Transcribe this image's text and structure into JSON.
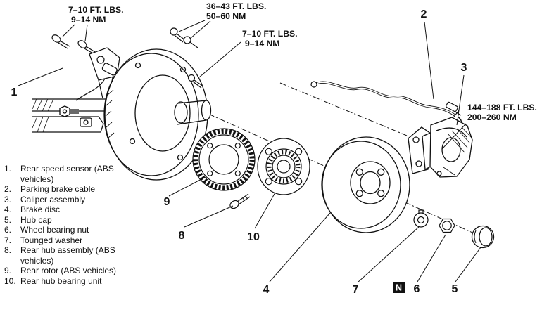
{
  "figure": {
    "torque": {
      "sensor_bolts": {
        "line1": "7–10 FT. LBS.",
        "line2": "9–14 NM"
      },
      "plate_bolts": {
        "line1": "36–43 FT. LBS.",
        "line2": "50–60 NM"
      },
      "stud": {
        "line1": "7–10 FT. LBS.",
        "line2": "9–14 NM"
      },
      "bearing_nut": {
        "line1": "144–188 FT. LBS.",
        "line2": "200–260 NM"
      }
    },
    "callouts": {
      "n1": "1",
      "n2": "2",
      "n3": "3",
      "n4": "4",
      "n5": "5",
      "n6": "6",
      "n7": "7",
      "n8": "8",
      "n9": "9",
      "n10": "10"
    },
    "nut_symbol": "N"
  },
  "legend": {
    "items": [
      {
        "num": "1.",
        "label": "Rear speed sensor (ABS vehicles)"
      },
      {
        "num": "2.",
        "label": "Parking brake cable"
      },
      {
        "num": "3.",
        "label": "Caliper assembly"
      },
      {
        "num": "4.",
        "label": "Brake disc"
      },
      {
        "num": "5.",
        "label": "Hub cap"
      },
      {
        "num": "6.",
        "label": "Wheel bearing nut"
      },
      {
        "num": "7.",
        "label": "Tounged washer"
      },
      {
        "num": "8.",
        "label": "Rear hub assembly (ABS vehicles)"
      },
      {
        "num": "9.",
        "label": "Rear rotor (ABS vehicles)"
      },
      {
        "num": "10.",
        "label": "Rear hub bearing unit"
      }
    ]
  }
}
